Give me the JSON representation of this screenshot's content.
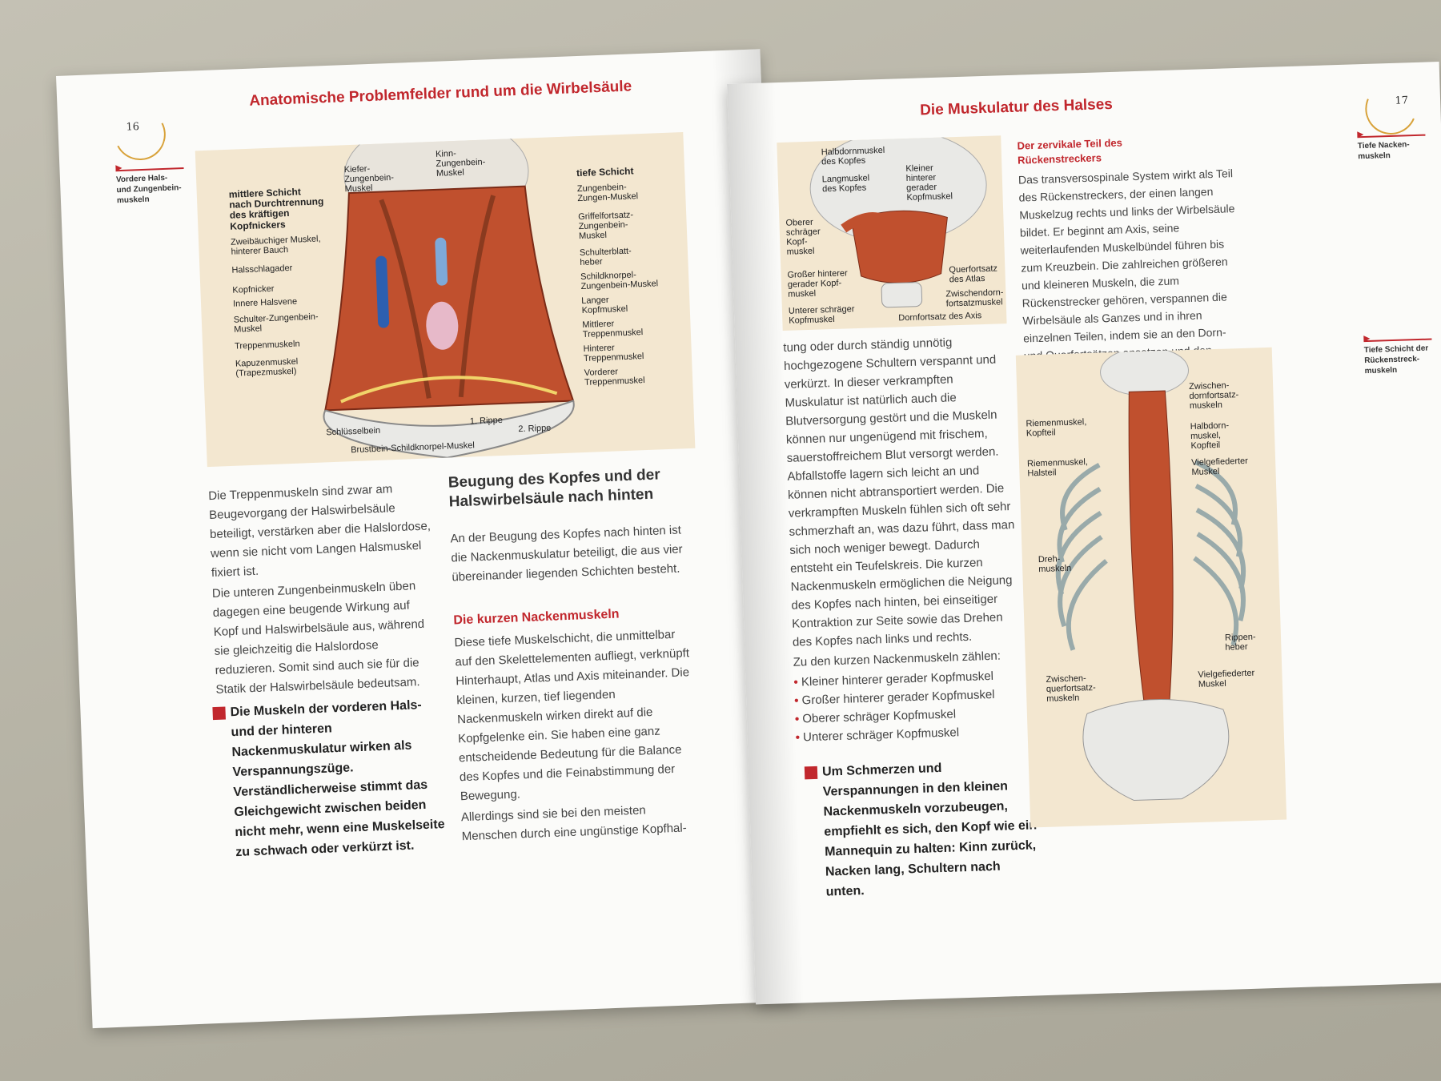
{
  "left_page": {
    "running_head": "Anatomische Problemfelder rund um die Wirbelsäule",
    "page_number": "16",
    "margin_note": "Vordere Hals- und Zungenbein-muskeln",
    "figure": {
      "left_labels": [
        "mittlere Schicht\nnach Durchtrennung\ndes kräftigen\nKopfnickers",
        "Zweibäuchiger Muskel,\nhinterer Bauch",
        "Halsschlagader",
        "Kopfnicker",
        "Innere Halsvene",
        "Schulter-Zungenbein-\nMuskel",
        "Treppenmuskeln",
        "Kapuzenmuskel\n(Trapezmuskel)"
      ],
      "top_labels": [
        "Kiefer-\nZungenbein-\nMuskel",
        "Kinn-\nZungenbein-\nMuskel"
      ],
      "right_heading": "tiefe Schicht",
      "right_labels": [
        "Zungenbein-\nZungen-Muskel",
        "Griffelfortsatz-\nZungenbein-\nMuskel",
        "Schulterblatt-\nheber",
        "Schildknorpel-\nZungenbein-Muskel",
        "Langer\nKopfmuskel",
        "Mittlerer\nTreppenmuskel",
        "Hinterer\nTreppenmuskel",
        "Vorderer\nTreppenmuskel"
      ],
      "bottom_labels": [
        "Schlüsselbein",
        "1. Rippe",
        "2. Rippe",
        "Brustbein-Schildknorpel-Muskel"
      ]
    },
    "col1_text": [
      "Die Treppenmuskeln sind zwar am Beugevorgang der Halswirbelsäule beteiligt, verstärken aber die Halslordose, wenn sie nicht vom Langen Halsmuskel fixiert ist.",
      "Die unteren Zungenbeinmuskeln üben dagegen eine beugende Wirkung auf Kopf und Halswirbelsäule aus, während sie gleichzeitig die Halslordose reduzieren. Somit sind auch sie für die Statik der Halswirbelsäule bedeutsam."
    ],
    "callout": "Die Muskeln der vorderen Hals- und der hinteren Nackenmuskulatur wirken als Verspannungszüge. Verständlicherweise stimmt das Gleichgewicht zwischen beiden nicht mehr, wenn eine Muskelseite zu schwach oder verkürzt ist.",
    "heading": "Beugung des Kopfes und der Halswirbelsäule nach hinten",
    "intro": "An der Beugung des Kopfes nach hinten ist die Nackenmuskulatur beteiligt, die aus vier übereinander liegenden Schichten besteht.",
    "subheading": "Die kurzen Nackenmuskeln",
    "col2_text": "Diese tiefe Muskelschicht, die unmittelbar auf den Skelettelementen aufliegt, verknüpft Hinterhaupt, Atlas und Axis miteinander. Die kleinen, kurzen, tief liegenden Nackenmuskeln wirken direkt auf die Kopfgelenke ein. Sie haben eine ganz entscheidende Bedeutung für die Balance des Kopfes und die Feinabstimmung der Bewegung.",
    "col2_text_b": "Allerdings sind sie bei den meisten Menschen durch eine ungünstige Kopfhal-"
  },
  "right_page": {
    "running_head": "Die Muskulatur des Halses",
    "page_number": "17",
    "margin_note_1": "Tiefe Nacken-muskeln",
    "margin_note_2": "Tiefe Schicht der Rückenstreck-muskeln",
    "figure1_labels": [
      "Halbdornmuskel\ndes Kopfes",
      "Langmuskel\ndes Kopfes",
      "Kleiner\nhinterer\ngerader\nKopfmuskel",
      "Oberer\nschräger\nKopf-\nmuskel",
      "Großer hinterer\ngerader Kopf-\nmuskel",
      "Querfortsatz\ndes Atlas",
      "Zwischendorn-\nfortsatzmuskel",
      "Unterer schräger\nKopfmuskel",
      "Dornfortsatz des Axis"
    ],
    "subheading": "Der zervikale Teil des Rückenstreckers",
    "col2_text": "Das transversospinale System wirkt als Teil des Rückenstreckers, der einen langen Muskelzug rechts und links der Wirbelsäule bildet. Er beginnt am Axis, seine weiterlaufenden Muskelbündel führen bis zum Kreuzbein. Die zahlreichen größeren und kleineren Muskeln, die zum Rückenstrecker gehören, verspannen die Wirbelsäule als Ganzes und in ihren einzelnen Teilen, indem sie an den Dorn- und Querfortsätzen ansetzen und den Platz dazwischen ausfüllen.",
    "col1_text": "tung oder durch ständig unnötig hochgezogene Schultern verspannt und verkürzt. In dieser verkrampften Muskulatur ist natürlich auch die Blutversorgung gestört und die Muskeln können nur ungenügend mit frischem, sauerstoffreichem Blut versorgt werden. Abfallstoffe lagern sich leicht an und können nicht abtransportiert werden. Die verkrampften Muskeln fühlen sich oft sehr schmerzhaft an, was dazu führt, dass man sich noch weniger bewegt. Dadurch entsteht ein Teufelskreis. Die kurzen Nackenmuskeln ermöglichen die Neigung des Kopfes nach hinten, bei einseitiger Kontraktion zur Seite sowie das Drehen des Kopfes nach links und rechts.",
    "list_intro": "Zu den kurzen Nackenmuskeln zählen:",
    "list": [
      "Kleiner hinterer gerader Kopfmuskel",
      "Großer hinterer gerader Kopfmuskel",
      "Oberer schräger Kopfmuskel",
      "Unterer schräger Kopfmuskel"
    ],
    "callout": "Um Schmerzen und Verspannungen in den kleinen Nackenmuskeln vorzubeugen, empfiehlt es sich, den Kopf wie ein Mannequin zu halten: Kinn zurück, Nacken lang, Schultern nach unten.",
    "figure2_left_labels": [
      "Riemenmuskel,\nKopfteil",
      "Riemenmuskel,\nHalsteil",
      "Dreh-\nmuskeln",
      "Zwischen-\nquerfortsatz-\nmuskeln"
    ],
    "figure2_right_labels": [
      "Zwischen-\ndornfortsatz-\nmuskeln",
      "Halbdorn-\nmuskel,\nKopfteil",
      "Vielgefiederter\nMuskel",
      "Rippen-\nheber",
      "Vielgefiederter\nMuskel"
    ]
  },
  "colors": {
    "accent_red": "#c1272d",
    "figure_bg": "#f3e7d0",
    "muscle": "#c0502e",
    "bone": "#e9e9e6"
  }
}
